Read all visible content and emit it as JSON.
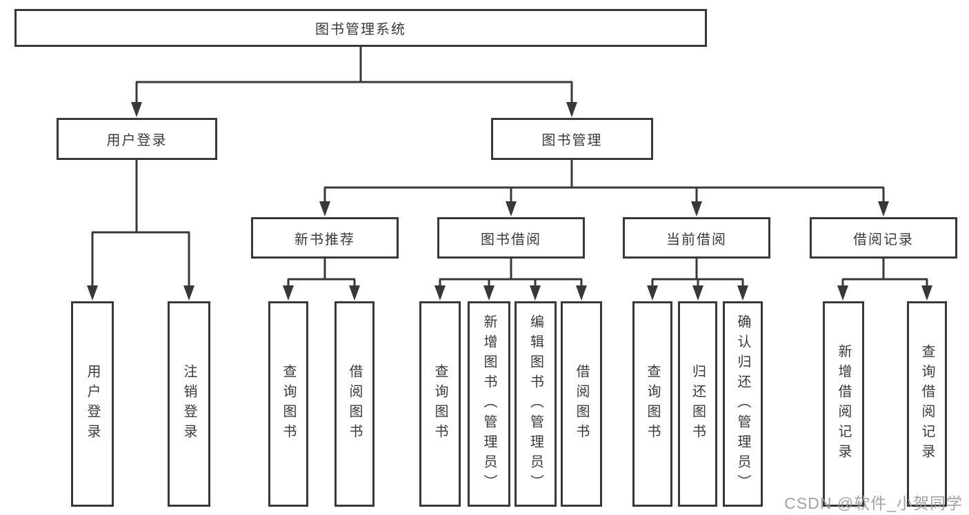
{
  "tree": {
    "root": {
      "label": "图书管理系统"
    },
    "branches": [
      {
        "label": "用户登录",
        "children": [
          {
            "label": "用户登录"
          },
          {
            "label": "注销登录"
          }
        ]
      },
      {
        "label": "图书管理",
        "children": [
          {
            "label": "新书推荐",
            "children": [
              {
                "label": "查询图书"
              },
              {
                "label": "借阅图书"
              }
            ]
          },
          {
            "label": "图书借阅",
            "children": [
              {
                "label": "查询图书"
              },
              {
                "label": "新增图书（管理员）"
              },
              {
                "label": "编辑图书（管理员）"
              },
              {
                "label": "借阅图书"
              }
            ]
          },
          {
            "label": "当前借阅",
            "children": [
              {
                "label": "查询图书"
              },
              {
                "label": "归还图书"
              },
              {
                "label": "确认归还（管理员）"
              }
            ]
          },
          {
            "label": "借阅记录",
            "children": [
              {
                "label": "新增借阅记录"
              },
              {
                "label": "查询借阅记录"
              }
            ]
          }
        ]
      }
    ]
  },
  "watermark": {
    "text": "CSDN @软件_小贺同学"
  },
  "colors": {
    "line": "#383838",
    "text": "#3a3a3a",
    "background": "#ffffff",
    "watermark": "#9a9a9a"
  }
}
